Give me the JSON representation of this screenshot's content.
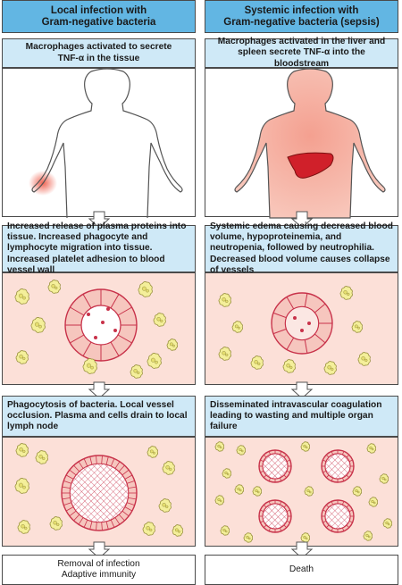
{
  "left": {
    "header_line1": "Local infection with",
    "header_line2": "Gram-negative bacteria",
    "step1_line1": "Macrophages activated to secrete",
    "step1_line2": "TNF-α in the tissue",
    "step2_text": "Increased release of plasma proteins into tissue. Increased phagocyte and lymphocyte migration into tissue. Increased platelet adhesion to blood vessel wall",
    "step3_text": "Phagocytosis of bacteria. Local vessel occlusion. Plasma and cells drain to local lymph node",
    "outcome_line1": "Removal of infection",
    "outcome_line2": "Adaptive immunity"
  },
  "right": {
    "header_line1": "Systemic infection with",
    "header_line2": "Gram-negative bacteria (sepsis)",
    "step1_line1": "Macrophages activated in the liver and",
    "step1_line2": "spleen secrete TNF-α into the bloodstream",
    "step2_text": "Systemic edema causing decreased blood volume, hypoproteinemia, and neutropenia, followed by neutrophilia. Decreased blood volume causes collapse of vessels",
    "step3_text": "Disseminated intravascular coagulation leading to wasting and multiple organ failure",
    "outcome_line1": "Death"
  },
  "colors": {
    "header_blue": "#62b6e3",
    "text_box_blue": "#cfe9f7",
    "tissue_pink": "#fce0d8",
    "vessel_red": "#c8324a",
    "cell_yellow": "#f4ef9a",
    "body_skin": "#f0a898",
    "liver_red": "#d0202a"
  }
}
